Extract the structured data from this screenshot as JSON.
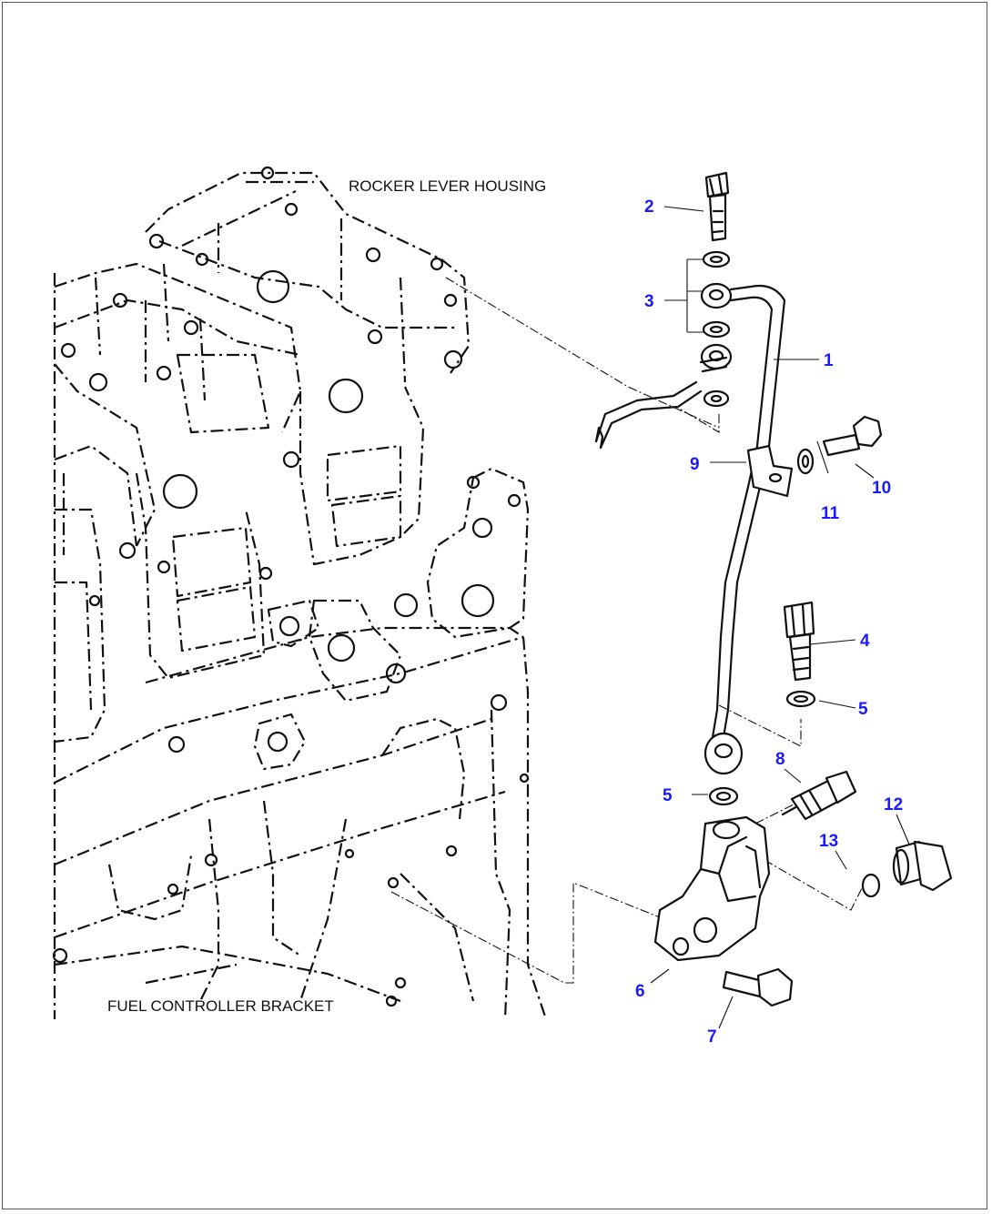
{
  "captions": {
    "top": "ROCKER LEVER HOUSING",
    "bottom": "FUEL CONTROLLER BRACKET"
  },
  "callouts": [
    "1",
    "2",
    "3",
    "4",
    "5",
    "5",
    "6",
    "7",
    "8",
    "9",
    "10",
    "11",
    "12",
    "13"
  ],
  "colors": {
    "callout": "#1a1aff",
    "line": "#111111",
    "frame": "#555555"
  }
}
